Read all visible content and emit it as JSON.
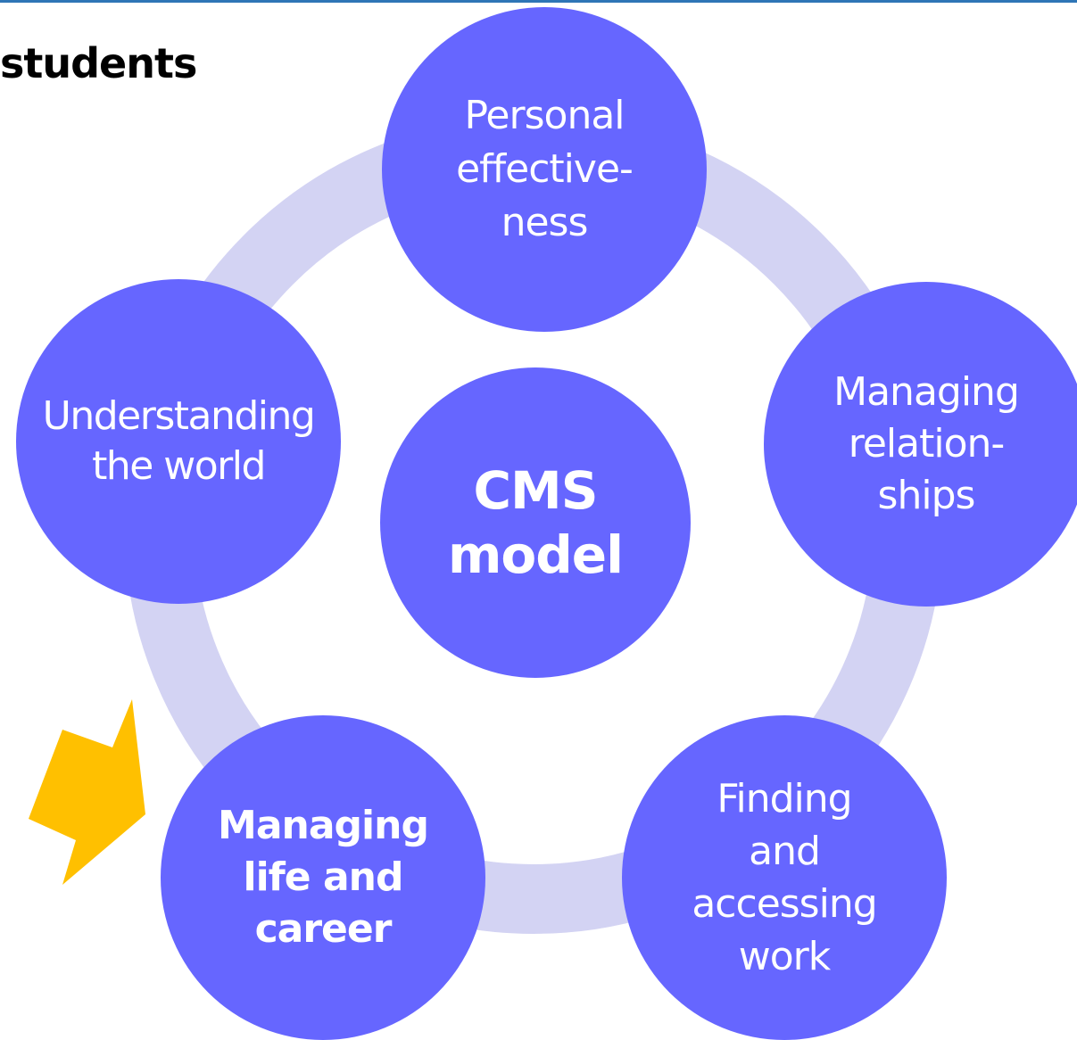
{
  "heading": "students",
  "colors": {
    "node_fill": "#6666FF",
    "ring": "#D3D3F3",
    "bolt": "#FFC000",
    "top_rule": "#2E75B6",
    "text": "#FFFFFF"
  },
  "center": {
    "label": "CMS\nmodel"
  },
  "nodes": [
    {
      "label": "Personal\neffective-\nness"
    },
    {
      "label": "Managing\nrelation-\nships"
    },
    {
      "label": "Finding\nand\naccessing\nwork"
    },
    {
      "label": "Managing\nlife and\ncareer",
      "highlighted": true
    },
    {
      "label": "Understanding\nthe world"
    }
  ],
  "icons": {
    "highlight_marker": "lightning-bolt-icon"
  }
}
